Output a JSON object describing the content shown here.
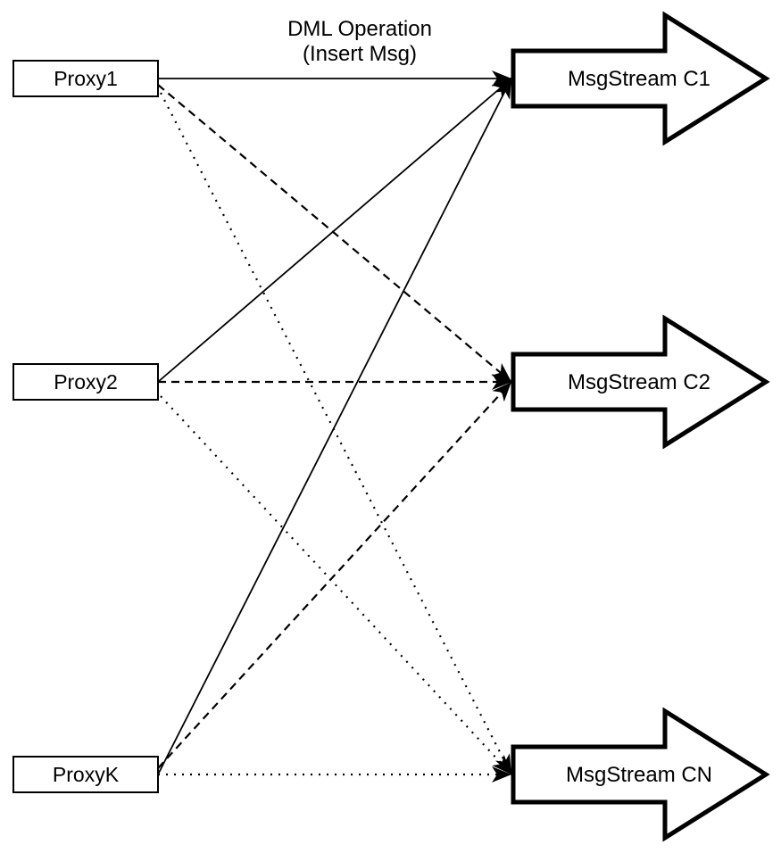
{
  "diagram": {
    "annotation": {
      "line1": "DML Operation",
      "line2": "(Insert Msg)"
    },
    "colors": {
      "background": "#ffffff",
      "line": "#000000",
      "shape_fill": "#ffffff"
    },
    "proxies": [
      {
        "label": "Proxy1"
      },
      {
        "label": "Proxy2"
      },
      {
        "label": "ProxyK"
      }
    ],
    "streams": [
      {
        "label": "MsgStream C1"
      },
      {
        "label": "MsgStream C2"
      },
      {
        "label": "MsgStream CN"
      }
    ],
    "edges": [
      {
        "from": "Proxy1",
        "to": "MsgStream C1",
        "style": "solid"
      },
      {
        "from": "Proxy2",
        "to": "MsgStream C1",
        "style": "solid"
      },
      {
        "from": "ProxyK",
        "to": "MsgStream C1",
        "style": "solid"
      },
      {
        "from": "Proxy1",
        "to": "MsgStream C2",
        "style": "dashed"
      },
      {
        "from": "Proxy2",
        "to": "MsgStream C2",
        "style": "dashed"
      },
      {
        "from": "ProxyK",
        "to": "MsgStream C2",
        "style": "dashed"
      },
      {
        "from": "Proxy1",
        "to": "MsgStream CN",
        "style": "dotted"
      },
      {
        "from": "Proxy2",
        "to": "MsgStream CN",
        "style": "dotted"
      },
      {
        "from": "ProxyK",
        "to": "MsgStream CN",
        "style": "dotted"
      }
    ]
  }
}
